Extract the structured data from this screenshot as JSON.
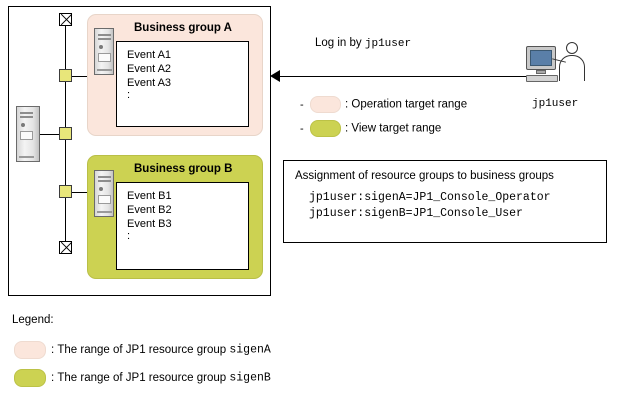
{
  "diagram": {
    "business_group_a": {
      "title": "Business group A",
      "events": [
        "Event A1",
        "Event A2",
        "Event A3"
      ],
      "continuation": ":"
    },
    "business_group_b": {
      "title": "Business group B",
      "events": [
        "Event B1",
        "Event B2",
        "Event B3"
      ],
      "continuation": ":"
    },
    "login": {
      "label_prefix": "Log in by ",
      "label_user": "jp1user",
      "user_caption": "jp1user"
    },
    "inline_legend": [
      {
        "dash": "-",
        "separator": ": ",
        "label": "Operation target range",
        "color": "#fbe6dc"
      },
      {
        "dash": "-",
        "separator": ": ",
        "label": "View target range",
        "color": "#ccd252"
      }
    ],
    "assignment": {
      "title": "Assignment of resource groups to business groups",
      "lines": [
        "jp1user:sigenA=JP1_Console_Operator",
        "jp1user:sigenB=JP1_Console_User"
      ]
    },
    "legend": {
      "title": "Legend:",
      "items": [
        {
          "separator": ": ",
          "label_prefix": "The range of JP1 resource group ",
          "label_code": "sigenA",
          "color": "#fbe6dc"
        },
        {
          "separator": ": ",
          "label_prefix": "The range of JP1 resource group ",
          "label_code": "sigenB",
          "color": "#ccd252"
        }
      ]
    }
  }
}
